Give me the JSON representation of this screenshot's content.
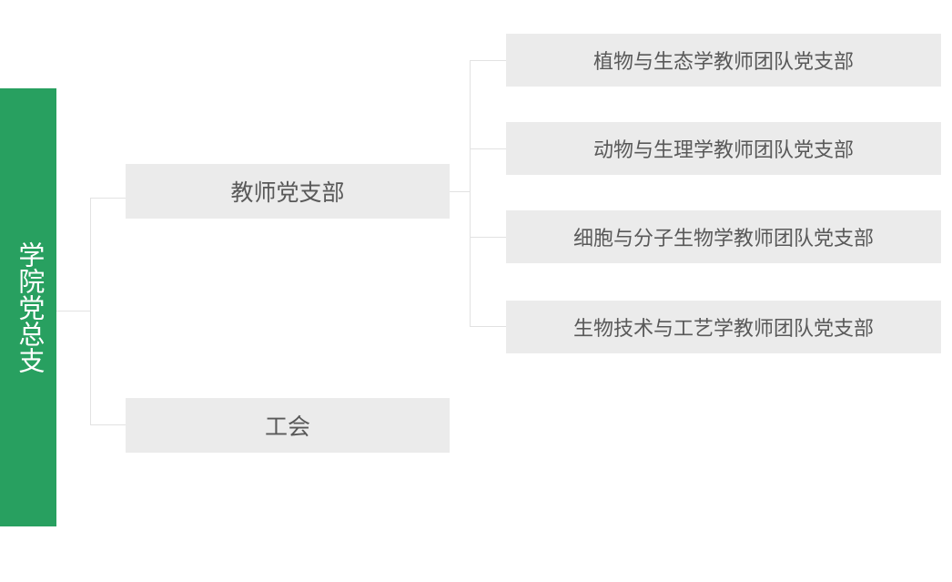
{
  "diagram": {
    "type": "org-chart",
    "orientation": "left-to-right",
    "background_color": "#ffffff",
    "root": {
      "label": "学院党总支",
      "fill_color": "#28a060",
      "text_color": "#ffffff",
      "text_orientation": "vertical"
    },
    "node_style": {
      "fill_color": "#ebebeb",
      "text_color": "#595959",
      "connector_color": "#e2e2e2"
    },
    "level2": [
      {
        "id": "teacher-branch",
        "label": "教师党支部"
      },
      {
        "id": "labor-union",
        "label": "工会"
      }
    ],
    "level3": [
      {
        "id": "leaf-0",
        "label": "植物与生态学教师团队党支部"
      },
      {
        "id": "leaf-1",
        "label": "动物与生理学教师团队党支部"
      },
      {
        "id": "leaf-2",
        "label": "细胞与分子生物学教师团队党支部"
      },
      {
        "id": "leaf-3",
        "label": "生物技术与工艺学教师团队党支部"
      }
    ]
  }
}
